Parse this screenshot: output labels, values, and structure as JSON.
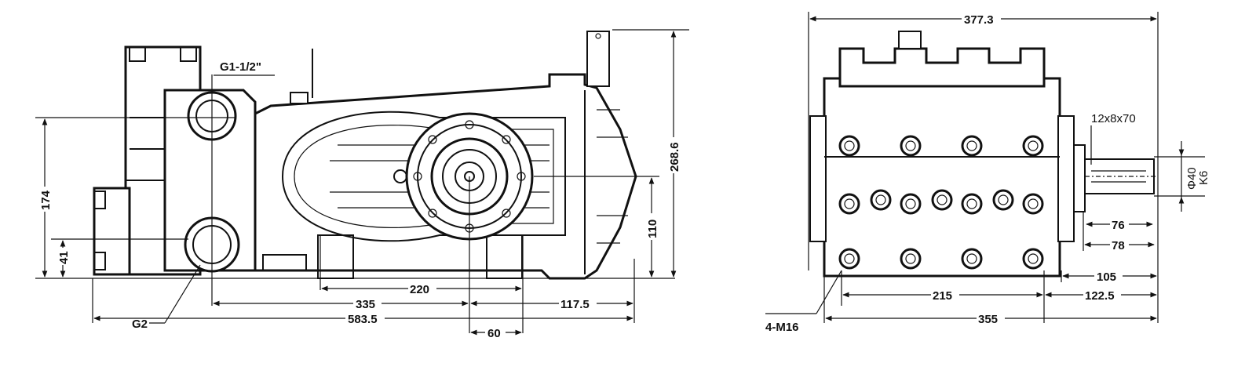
{
  "side_view": {
    "labels": {
      "inlet_thread": "G1-1/2\"",
      "outlet_thread": "G2",
      "height_total": "268.6",
      "height_inlet": "174",
      "height_outlet": "41",
      "height_shaft": "110",
      "base_span": "220",
      "port_to_shaft": "335",
      "shaft_to_end": "117.5",
      "overall_length": "583.5",
      "foot_width": "60"
    }
  },
  "front_view": {
    "labels": {
      "overall_width": "377.3",
      "keyway": "12x8x70",
      "shaft_diameter": "Φ40",
      "shaft_tolerance": "K6",
      "key_length": "76",
      "shaft_length": "78",
      "mount_offset": "105",
      "mount_spacing": "215",
      "shaft_extension": "122.5",
      "base_width": "355",
      "mount_bolts": "4-M16"
    }
  }
}
